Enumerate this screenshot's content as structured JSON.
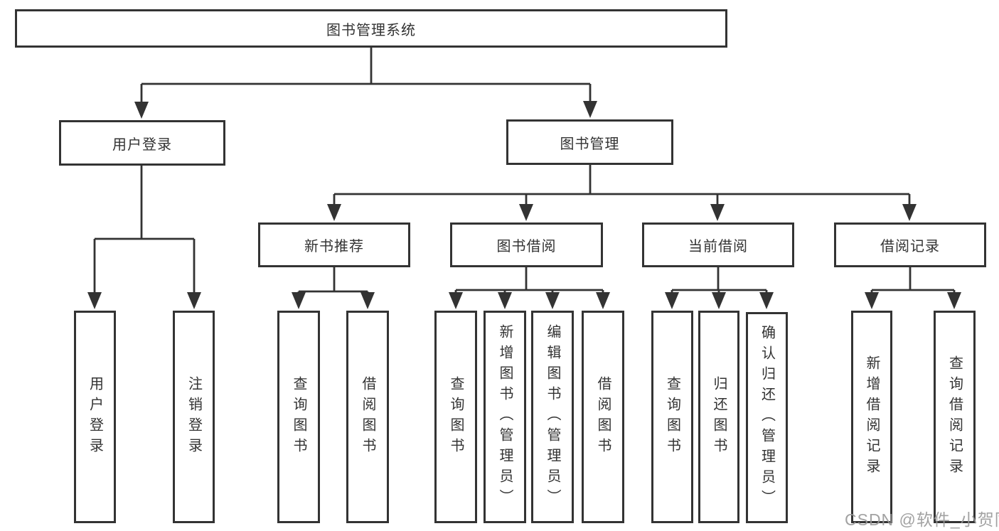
{
  "diagram_title": "图书管理系统",
  "hierarchy": {
    "label": "图书管理系统",
    "children": [
      {
        "label": "用户登录",
        "children": [
          {
            "label": "用户登录"
          },
          {
            "label": "注销登录"
          }
        ]
      },
      {
        "label": "图书管理",
        "children": [
          {
            "label": "新书推荐",
            "children": [
              {
                "label": "查询图书"
              },
              {
                "label": "借阅图书"
              }
            ]
          },
          {
            "label": "图书借阅",
            "children": [
              {
                "label": "查询图书"
              },
              {
                "label": "新增图书（管理员）"
              },
              {
                "label": "编辑图书（管理员）"
              },
              {
                "label": "借阅图书"
              }
            ]
          },
          {
            "label": "当前借阅",
            "children": [
              {
                "label": "查询图书"
              },
              {
                "label": "归还图书"
              },
              {
                "label": "确认归还（管理员）"
              }
            ]
          },
          {
            "label": "借阅记录",
            "children": [
              {
                "label": "新增借阅记录"
              },
              {
                "label": "查询借阅记录"
              }
            ]
          }
        ]
      }
    ]
  },
  "watermark": {
    "text": "CSDN @软件_小贺同学"
  },
  "colors": {
    "line": "#333333",
    "box_border": "#333333",
    "text": "#333333",
    "background": "#ffffff",
    "watermark": "#989898"
  }
}
